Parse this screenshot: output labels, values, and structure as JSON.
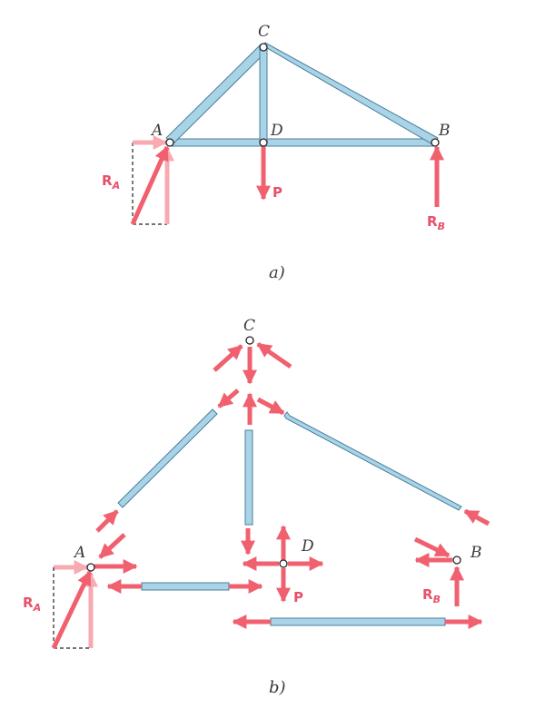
{
  "colors": {
    "member_fill": "#a9d3e6",
    "member_stroke": "#4a7f9c",
    "force": "#f0606e",
    "force_light": "#f7aab2",
    "text_force": "#e8506a",
    "label": "#3a3a3a"
  },
  "part_a": {
    "caption": "a)",
    "nodes": {
      "A": "A",
      "B": "B",
      "C": "C",
      "D": "D"
    },
    "forces": {
      "ra": "R",
      "ra_sub": "A",
      "p": "P",
      "rb": "R",
      "rb_sub": "B"
    }
  },
  "part_b": {
    "caption": "b)",
    "nodes": {
      "A": "A",
      "B": "B",
      "C": "C",
      "D": "D"
    },
    "forces": {
      "ra": "R",
      "ra_sub": "A",
      "p": "P",
      "rb": "R",
      "rb_sub": "B"
    }
  }
}
